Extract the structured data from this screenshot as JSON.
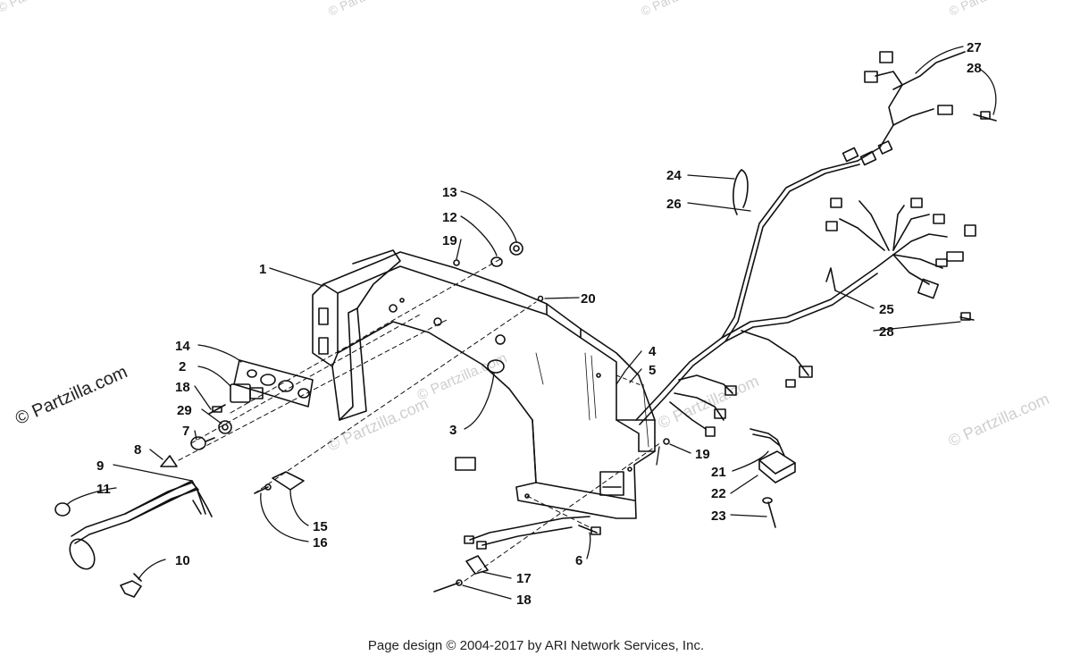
{
  "watermarks": {
    "main": "© Partzilla.com",
    "repeat": "© Partzilla.com"
  },
  "footer": {
    "text": "Page design © 2004-2017 by ARI Network Services, Inc."
  },
  "callouts": {
    "c1": "1",
    "c2": "2",
    "c3": "3",
    "c4": "4",
    "c5": "5",
    "c6": "6",
    "c7": "7",
    "c8": "8",
    "c9": "9",
    "c10": "10",
    "c11": "11",
    "c12": "12",
    "c13": "13",
    "c14": "14",
    "c15": "15",
    "c16": "16",
    "c17": "17",
    "c18a": "18",
    "c18b": "18",
    "c19a": "19",
    "c19b": "19",
    "c20": "20",
    "c21": "21",
    "c22": "22",
    "c23": "23",
    "c24": "24",
    "c25": "25",
    "c26": "26",
    "c27": "27",
    "c28a": "28",
    "c28b": "28",
    "c29": "29"
  },
  "colors": {
    "line": "#111111",
    "watermark": "#cfcfcf"
  }
}
